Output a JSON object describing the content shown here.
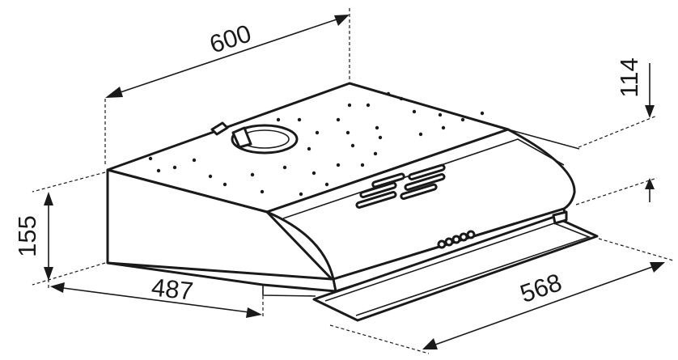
{
  "dimensions": {
    "width": "600",
    "height_top": "114",
    "height_front": "155",
    "depth": "487",
    "depth_bottom": "568"
  },
  "colors": {
    "line": "#1a1a1a",
    "background": "#ffffff"
  }
}
